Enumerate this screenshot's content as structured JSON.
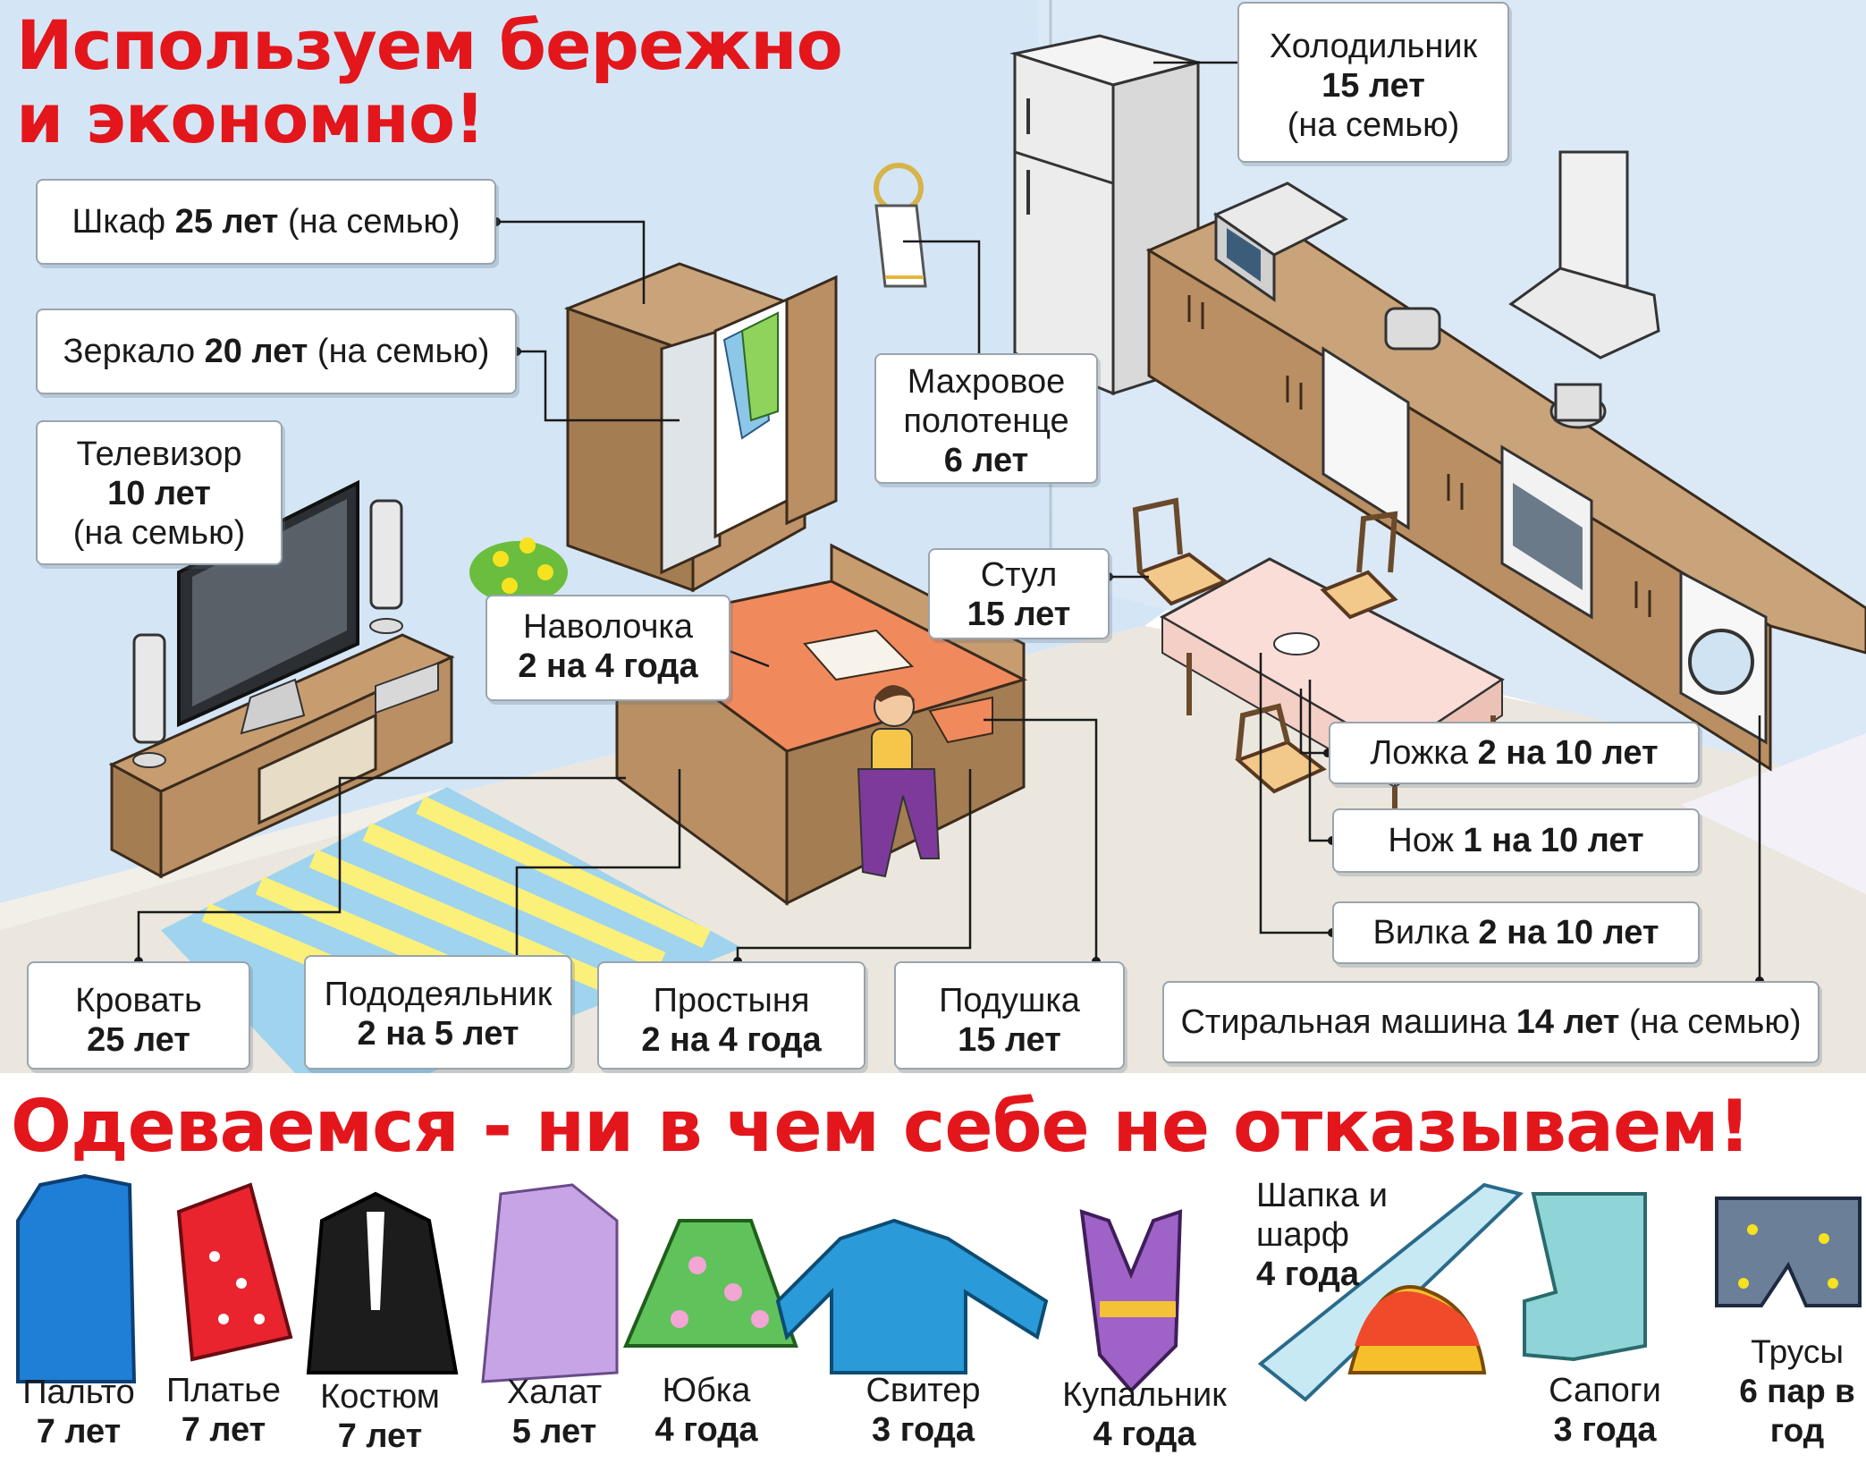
{
  "header": {
    "title_line1": "Используем бережно",
    "title_line2": "и экономно!"
  },
  "household": [
    {
      "id": "wardrobe",
      "name": "Шкаф",
      "value": "25 лет",
      "note": "(на семью)"
    },
    {
      "id": "mirror",
      "name": "Зеркало",
      "value": "20 лет",
      "note": "(на семью)"
    },
    {
      "id": "tv",
      "name": "Телевизор",
      "value": "10 лет",
      "note": "(на семью)"
    },
    {
      "id": "fridge",
      "name": "Холодильник",
      "value": "15 лет",
      "note": "(на семью)"
    },
    {
      "id": "towel",
      "name": "Махровое полотенце",
      "value": "6 лет",
      "note": ""
    },
    {
      "id": "pillowcase",
      "name": "Наволочка",
      "value": "2 на 4 года",
      "note": ""
    },
    {
      "id": "chair",
      "name": "Стул",
      "value": "15 лет",
      "note": ""
    },
    {
      "id": "spoon",
      "name": "Ложка",
      "value": "2 на 10 лет",
      "note": ""
    },
    {
      "id": "knife",
      "name": "Нож",
      "value": "1 на 10 лет",
      "note": ""
    },
    {
      "id": "fork",
      "name": "Вилка",
      "value": "2 на 10 лет",
      "note": ""
    },
    {
      "id": "washer",
      "name": "Стиральная машина",
      "value": "14 лет",
      "note": "(на семью)"
    },
    {
      "id": "bed",
      "name": "Кровать",
      "value": "25 лет",
      "note": ""
    },
    {
      "id": "duvet",
      "name": "Пододеяльник",
      "value": "2 на 5 лет",
      "note": ""
    },
    {
      "id": "sheet",
      "name": "Простыня",
      "value": "2 на 4 года",
      "note": ""
    },
    {
      "id": "pillow",
      "name": "Подушка",
      "value": "15 лет",
      "note": ""
    }
  ],
  "clothes_header": {
    "title": "Одеваемся - ни в чем себе не отказываем!"
  },
  "clothes": [
    {
      "id": "coat",
      "name": "Пальто",
      "value": "7 лет"
    },
    {
      "id": "dress",
      "name": "Платье",
      "value": "7 лет"
    },
    {
      "id": "suit",
      "name": "Костюм",
      "value": "7 лет"
    },
    {
      "id": "robe",
      "name": "Халат",
      "value": "5 лет"
    },
    {
      "id": "skirt",
      "name": "Юбка",
      "value": "4 года"
    },
    {
      "id": "sweater",
      "name": "Свитер",
      "value": "3 года"
    },
    {
      "id": "swimsuit",
      "name": "Купальник",
      "value": "4 года"
    },
    {
      "id": "hat",
      "name": "Шапка и шарф",
      "value": "4 года"
    },
    {
      "id": "boots",
      "name": "Сапоги",
      "value": "3 года"
    },
    {
      "id": "briefs",
      "name": "Трусы",
      "value": "6 пар в год"
    }
  ],
  "colors": {
    "title_red": "#e3161c",
    "wall": "#cfe2f3",
    "floor": "#ece8df",
    "wood": "#b98f63",
    "border": "#9aa4ad"
  }
}
